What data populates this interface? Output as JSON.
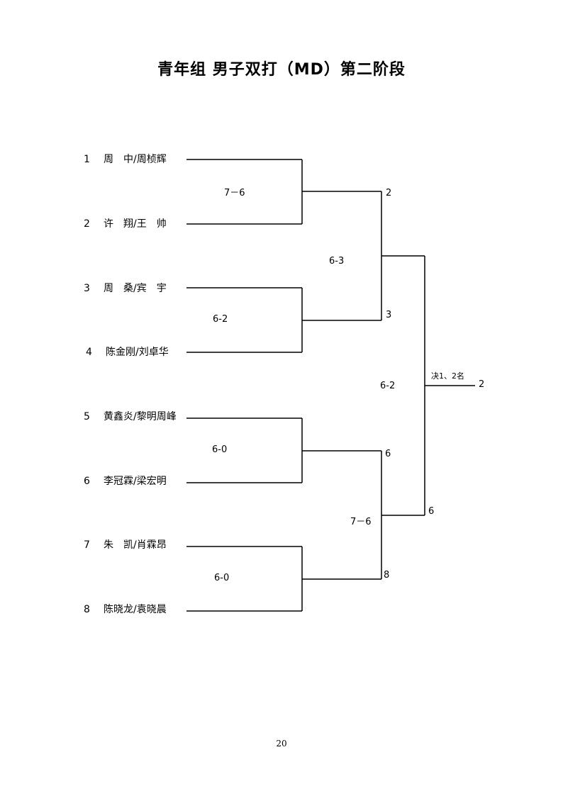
{
  "title": "青年组 男子双打（MD）第二阶段",
  "entries": [
    {
      "seed": "1",
      "name": "周　中/周桢辉"
    },
    {
      "seed": "2",
      "name": "许　翔/王　帅"
    },
    {
      "seed": "3",
      "name": "周　桑/宾　宇"
    },
    {
      "seed": "4",
      "name": "陈金刚/刘卓华"
    },
    {
      "seed": "5",
      "name": "黄鑫炎/黎明周峰"
    },
    {
      "seed": "6",
      "name": "李冠霖/梁宏明"
    },
    {
      "seed": "7",
      "name": "朱　凯/肖霖昂"
    },
    {
      "seed": "8",
      "name": "陈晓龙/袁晓晨"
    }
  ],
  "round1": {
    "scores": [
      "7－6",
      "6-2",
      "6-0",
      "6-0"
    ],
    "winners": [
      "2",
      "3",
      "6",
      "8"
    ]
  },
  "round2": {
    "scores": [
      "6-3",
      "7－6"
    ],
    "winners": [
      "3",
      "6"
    ]
  },
  "final": {
    "score": "6-2",
    "label": "决1、2名",
    "winner": "2"
  },
  "page_number": "20"
}
